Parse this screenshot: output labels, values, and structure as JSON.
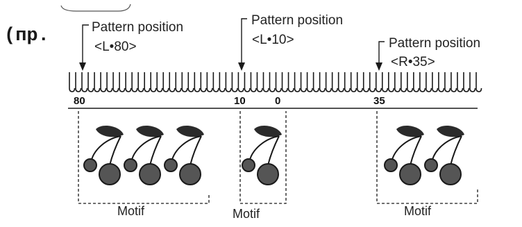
{
  "prefix": "(пр.",
  "colors": {
    "ink": "#1a1a1a",
    "leaf": "#2b2b2b",
    "cherry_fill": "#555555",
    "background": "#ffffff"
  },
  "pointers": [
    {
      "title": "Pattern position",
      "code": "<L•80>",
      "needle": "80"
    },
    {
      "title": "Pattern position",
      "code": "<L•10>",
      "needle": "10"
    },
    {
      "title": "Pattern position",
      "code": "<R•35>",
      "needle": "35"
    }
  ],
  "needle_scale": {
    "labels": [
      "80",
      "10",
      "0",
      "35"
    ],
    "shown_values": [
      80,
      10,
      0,
      35
    ]
  },
  "motifs": [
    {
      "label": "Motif",
      "repeats": 3,
      "start_needle": "80"
    },
    {
      "label": "Motif",
      "repeats": 1,
      "start_needle": "10"
    },
    {
      "label": "Motif",
      "repeats": 2,
      "start_needle": "35"
    }
  ]
}
